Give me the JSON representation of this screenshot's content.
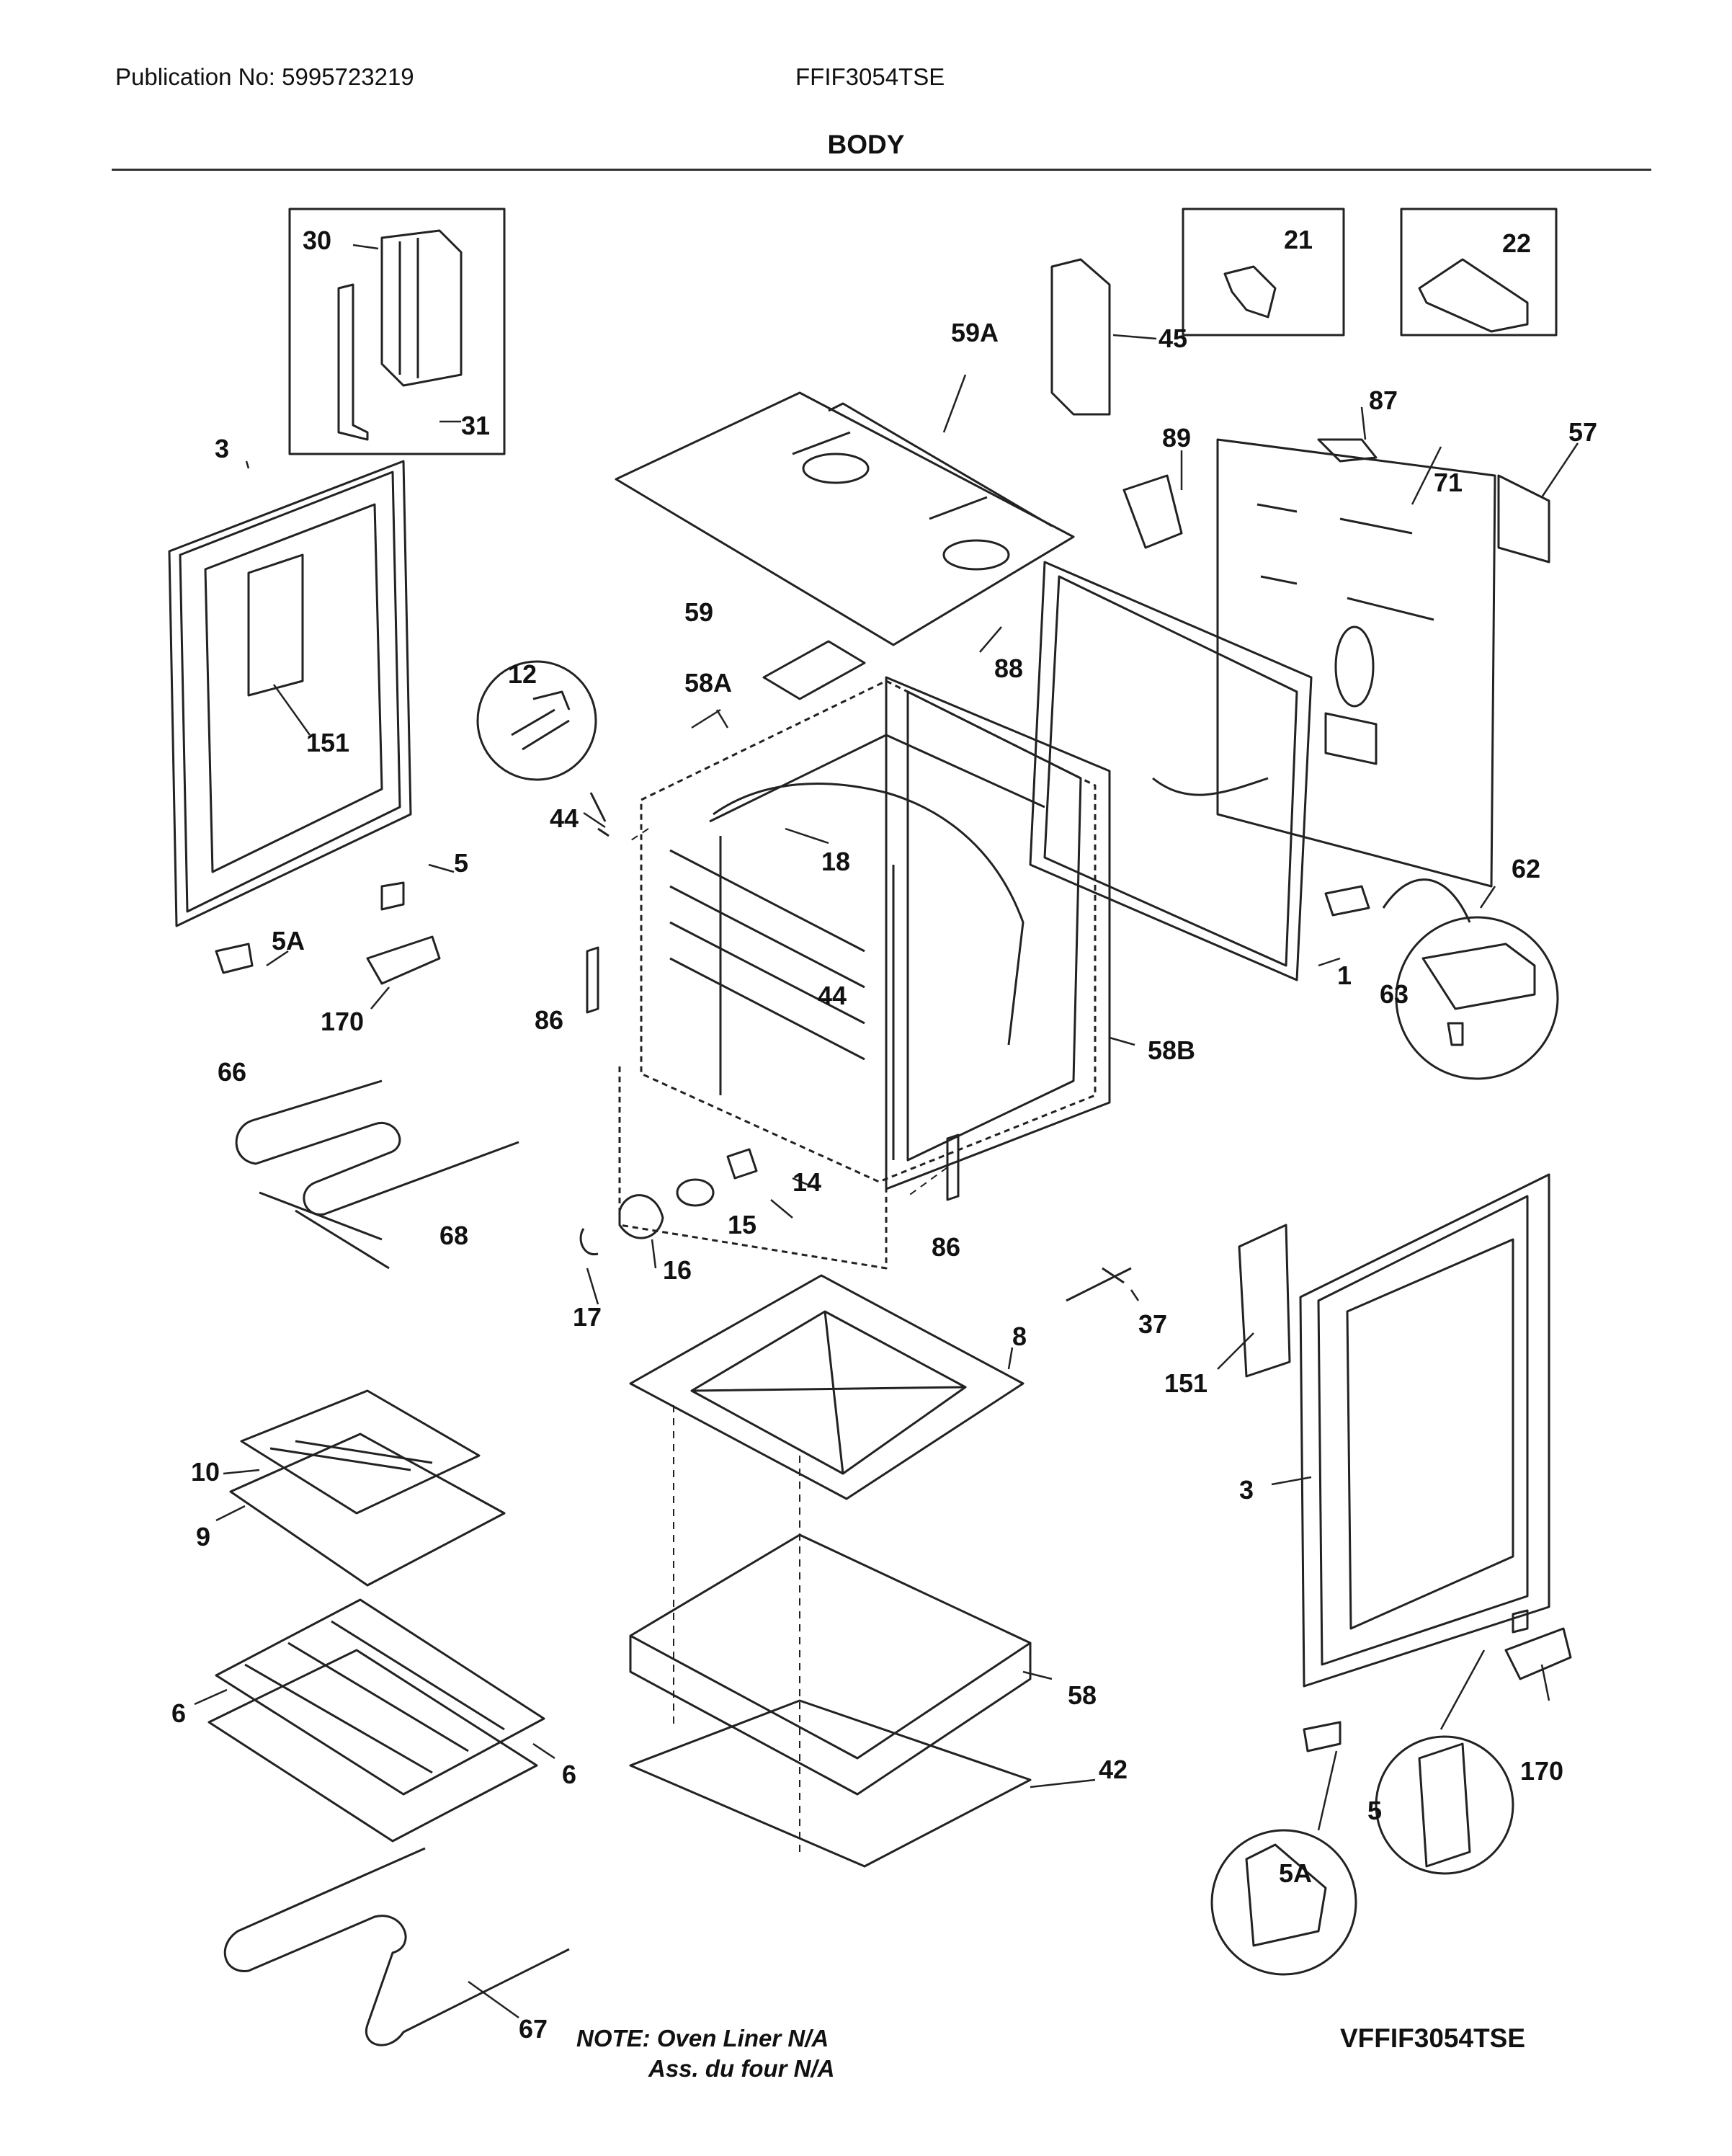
{
  "header": {
    "publication": "Publication No: 5995723219",
    "model": "FFIF3054TSE",
    "section_title": "BODY"
  },
  "part_labels": {
    "p30": "30",
    "p31": "31",
    "p3_left": "3",
    "p151_left": "151",
    "p5_left": "5",
    "p5a_left": "5A",
    "p170_left": "170",
    "p12": "12",
    "p44_a": "44",
    "p44_b": "44",
    "p18": "18",
    "p58a": "58A",
    "p59": "59",
    "p59a": "59A",
    "p88": "88",
    "p45": "45",
    "p21": "21",
    "p22": "22",
    "p87": "87",
    "p89": "89",
    "p57": "57",
    "p71": "71",
    "p62": "62",
    "p63": "63",
    "p1": "1",
    "p58b": "58B",
    "p86_a": "86",
    "p86_b": "86",
    "p66": "66",
    "p68": "68",
    "p14": "14",
    "p15": "15",
    "p16": "16",
    "p17": "17",
    "p37": "37",
    "p8": "8",
    "p151_right": "151",
    "p3_right": "3",
    "p10": "10",
    "p9": "9",
    "p6_a": "6",
    "p6_b": "6",
    "p58": "58",
    "p42": "42",
    "p67": "67",
    "p5_right": "5",
    "p5a_right": "5A",
    "p170_right": "170"
  },
  "note": {
    "line1": "NOTE: Oven Liner N/A",
    "line2": "Ass. du four N/A"
  },
  "drawing_id": "VFFIF3054TSE"
}
